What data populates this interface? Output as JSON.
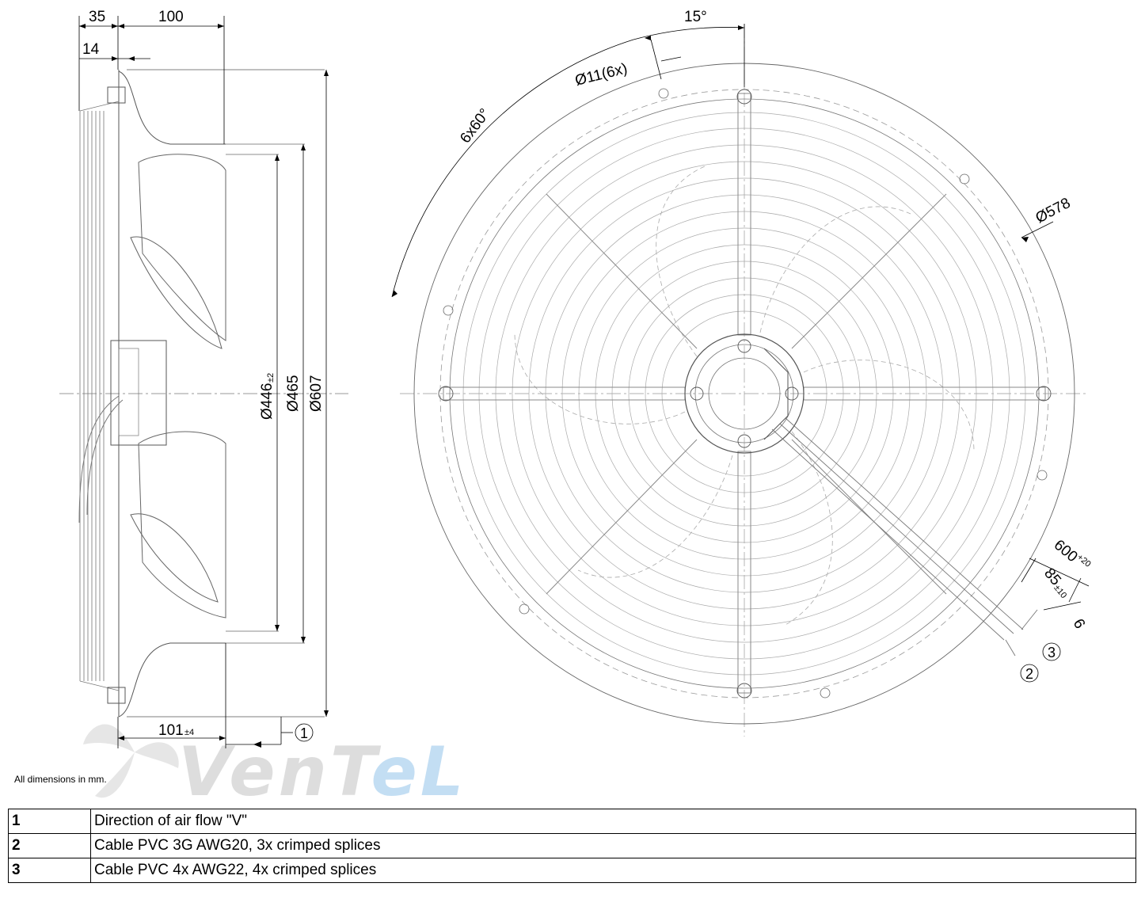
{
  "side_view": {
    "dims": {
      "d35": "35",
      "d100": "100",
      "d14": "14",
      "d101": "101",
      "d101_tol": "±4",
      "dia446": "Ø446",
      "dia446_tol": "±2",
      "dia465": "Ø465",
      "dia607": "Ø607"
    },
    "callout_1": "1"
  },
  "front_view": {
    "dims": {
      "angle15": "15°",
      "holes": "Ø11(6x)",
      "pitch": "6x60°",
      "dia578": "Ø578",
      "cable600": "600",
      "cable600_tol": "+20",
      "cable85": "85",
      "cable85_tol": "±10",
      "strip6": "6"
    },
    "callout_2": "2",
    "callout_3": "3"
  },
  "watermark": {
    "text_main": "VenT",
    "text_accent": "eL",
    "accent_color": "#b9d9f2"
  },
  "note": "All dimensions in mm.",
  "legend": [
    {
      "num": "1",
      "text": "Direction of air flow \"V\""
    },
    {
      "num": "2",
      "text": "Cable PVC 3G AWG20, 3x crimped splices"
    },
    {
      "num": "3",
      "text": "Cable PVC 4x AWG22, 4x crimped splices"
    }
  ]
}
